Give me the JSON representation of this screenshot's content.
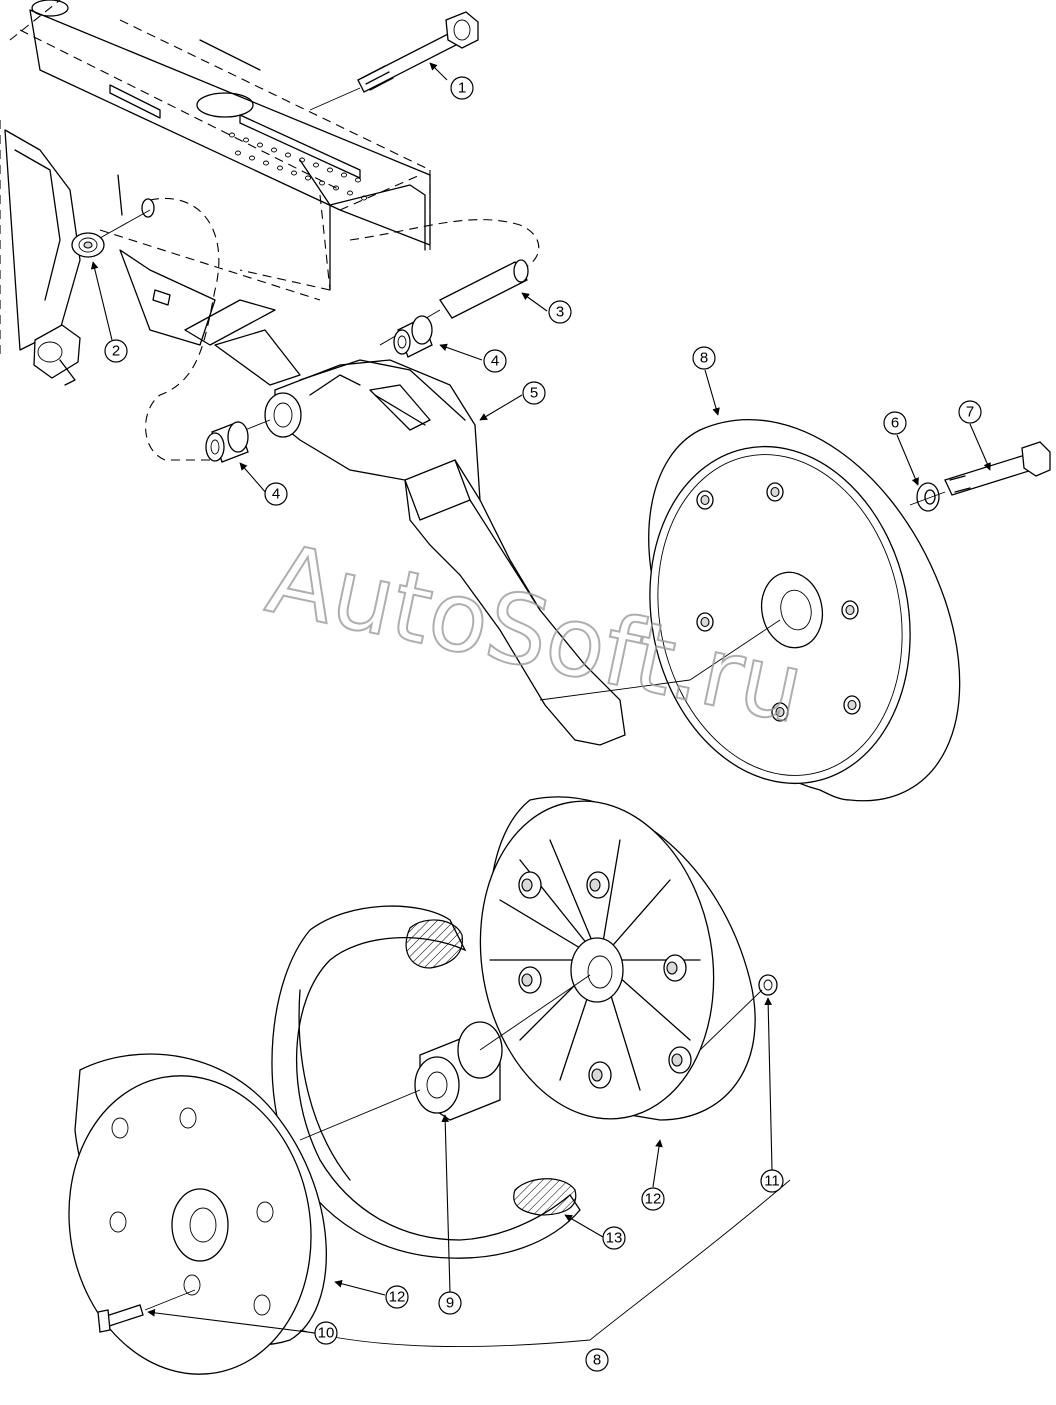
{
  "watermark": "AutoSoft.ru",
  "callouts": [
    {
      "id": "c1",
      "label": "1"
    },
    {
      "id": "c2",
      "label": "2"
    },
    {
      "id": "c3",
      "label": "3"
    },
    {
      "id": "c4a",
      "label": "4"
    },
    {
      "id": "c4b",
      "label": "4"
    },
    {
      "id": "c5",
      "label": "5"
    },
    {
      "id": "c6",
      "label": "6"
    },
    {
      "id": "c7",
      "label": "7"
    },
    {
      "id": "c8a",
      "label": "8"
    },
    {
      "id": "c8b",
      "label": "8"
    },
    {
      "id": "c9",
      "label": "9"
    },
    {
      "id": "c10",
      "label": "10"
    },
    {
      "id": "c11",
      "label": "11"
    },
    {
      "id": "c12a",
      "label": "12"
    },
    {
      "id": "c12b",
      "label": "12"
    },
    {
      "id": "c13",
      "label": "13"
    }
  ]
}
